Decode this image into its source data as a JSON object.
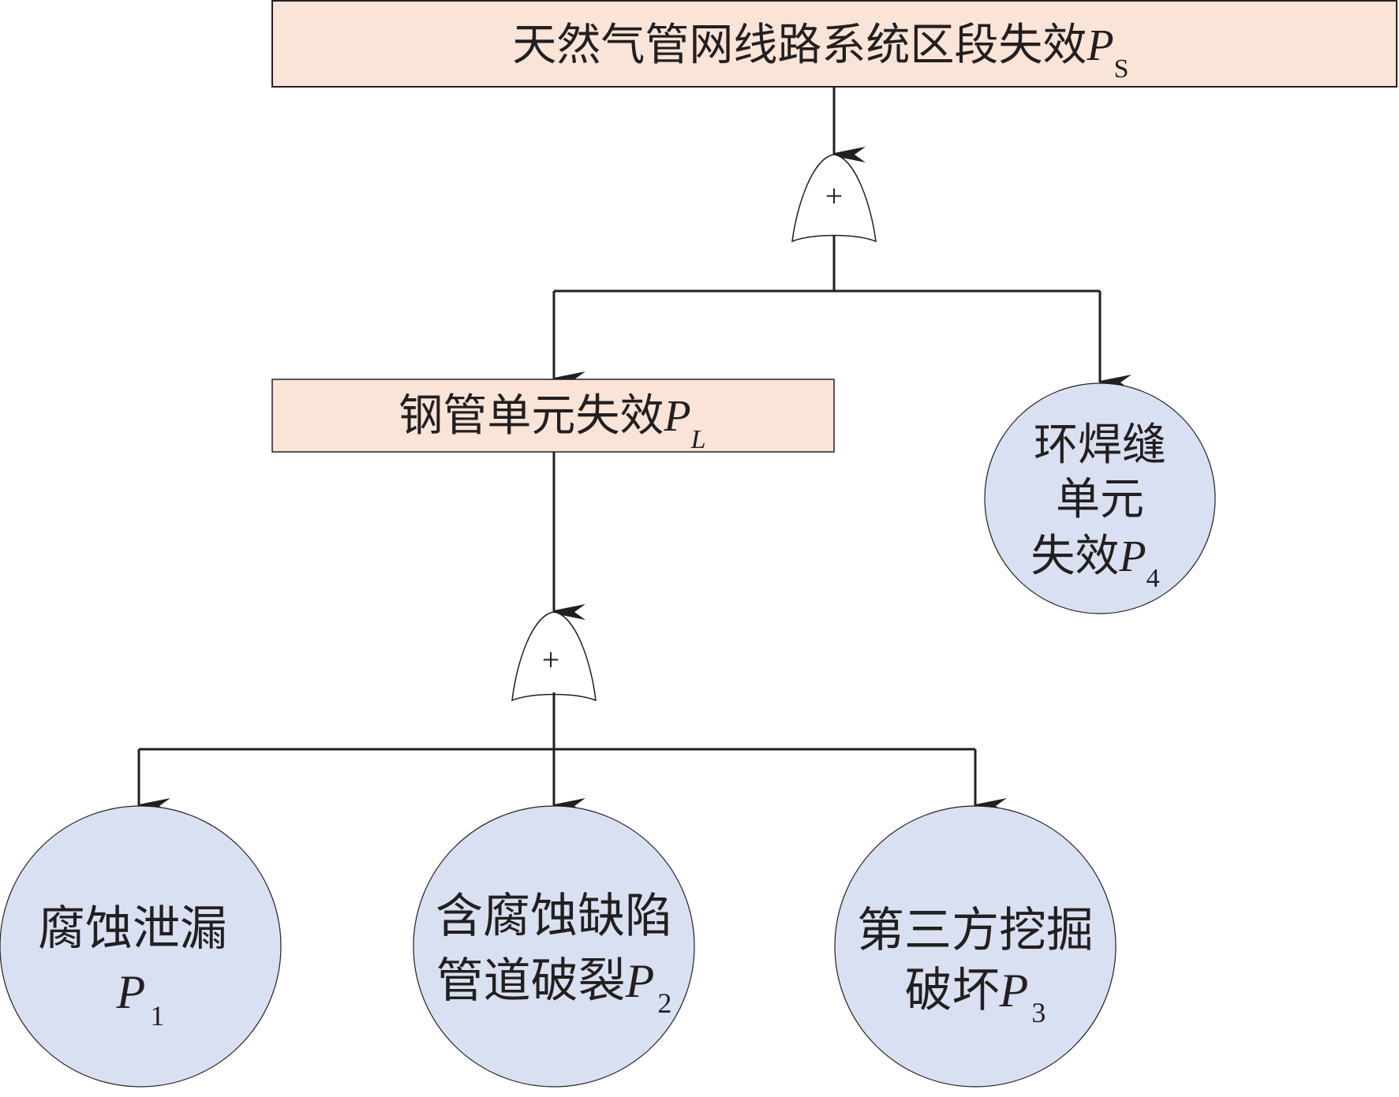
{
  "diagram": {
    "type": "fault-tree",
    "colors": {
      "event_box_fill": "#fae4d8",
      "basic_event_fill": "#d9e0f1",
      "line": "#231f20",
      "gate_fill": "#ffffff"
    },
    "top_event": {
      "label": "天然气管网线路系统区段失效",
      "symbol": "P",
      "subscript": "S"
    },
    "gate_top": {
      "type": "OR",
      "glyph": "+"
    },
    "intermediate_event": {
      "label": "钢管单元失效",
      "symbol": "P",
      "subscript": "L"
    },
    "weld_event": {
      "lines": [
        "环焊缝",
        "单元",
        "失效"
      ],
      "symbol": "P",
      "subscript": "4"
    },
    "gate_mid": {
      "type": "OR",
      "glyph": "+"
    },
    "basic_events": [
      {
        "lines": [
          "腐蚀泄漏",
          ""
        ],
        "symbol": "P",
        "subscript": "1"
      },
      {
        "lines": [
          "含腐蚀缺陷",
          "管道破裂"
        ],
        "symbol": "P",
        "subscript": "2"
      },
      {
        "lines": [
          "第三方挖掘",
          "破坏"
        ],
        "symbol": "P",
        "subscript": "3"
      }
    ]
  }
}
